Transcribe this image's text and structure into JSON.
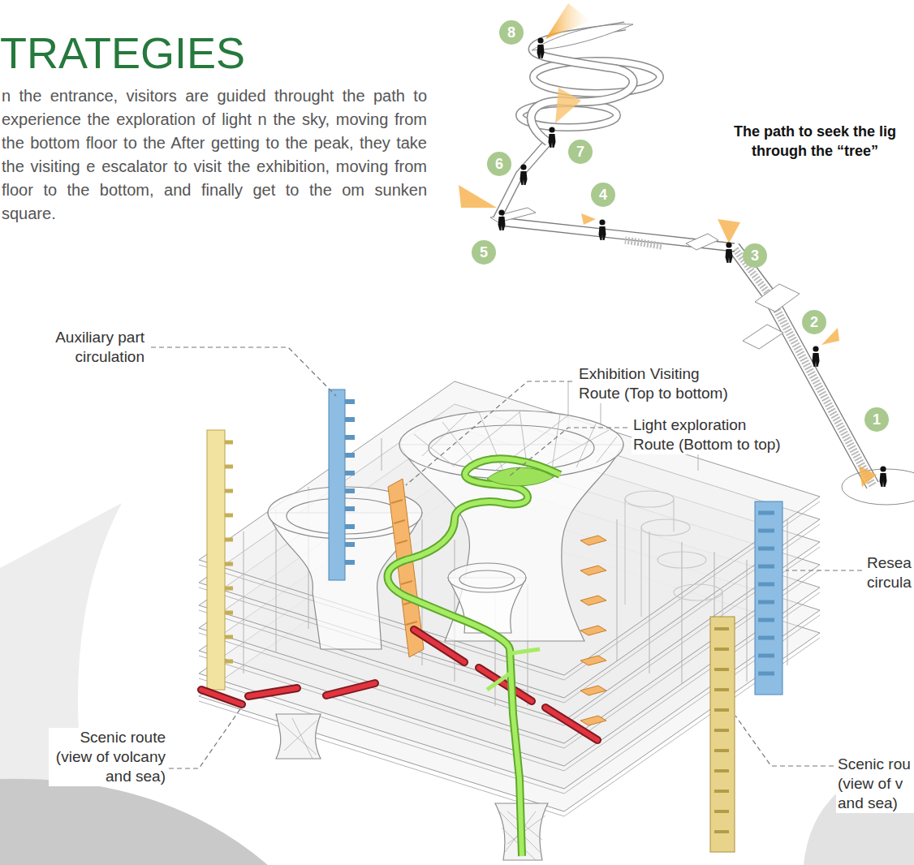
{
  "diagram": {
    "title": "TRATEGIES",
    "nodes": [
      {
        "text": [
          "8"
        ]
      },
      {
        "text": [
          "7"
        ]
      },
      {
        "text": [
          "6"
        ]
      },
      {
        "text": [
          "4"
        ]
      },
      {
        "text": [
          "5"
        ]
      },
      {
        "text": [
          "3"
        ]
      },
      {
        "text": [
          "2"
        ]
      },
      {
        "text": [
          "1"
        ]
      }
    ],
    "labels": [
      "n the entrance, visitors are guided throught the path to experience the exploration of light n the sky, moving from the bottom floor to the After getting to the peak, they take the visiting e escalator to visit the exhibition, moving from floor to the bottom, and finally get to the om sunken square.",
      "The path to seek the lig through the “tree”",
      "Auxiliary part circulation",
      "Exhibition Visiting Route (Top to bottom)",
      "Light exploration Route (Bottom to top)",
      "Resea circula",
      "Scenic route (view of volcany and sea)",
      "Scenic rou (view of v and sea)"
    ]
  }
}
